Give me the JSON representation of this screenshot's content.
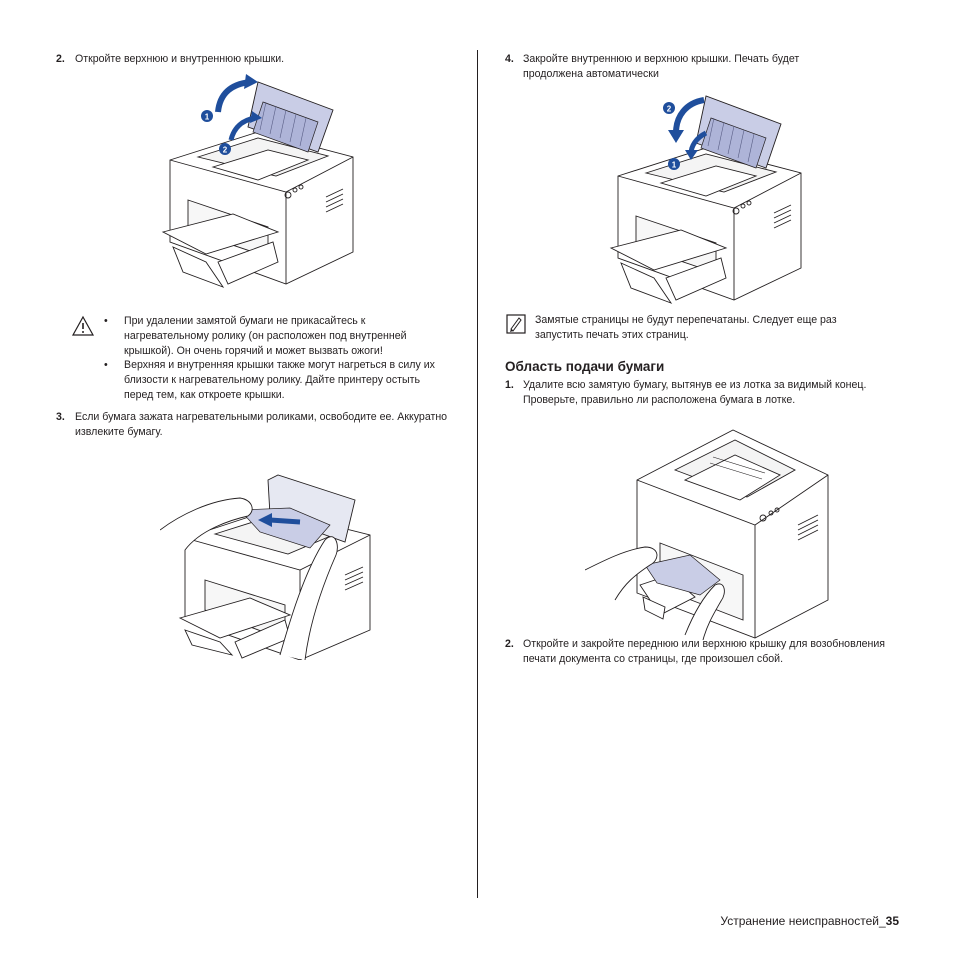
{
  "left": {
    "step2": {
      "num": "2.",
      "text": "Откройте верхнюю и внутреннюю крышки."
    },
    "caution_icon": "warning-triangle-icon",
    "caution": [
      "При удалении замятой бумаги не прикасайтесь к нагревательному ролику (он расположен под внутренней крышкой). Он очень горячий и может вызвать ожоги!",
      "Верхняя и внутренняя крышки также могут нагреться в силу их близости к нагревательному ролику. Дайте принтеру остыть перед тем, как откроете крышки."
    ],
    "step3": {
      "num": "3.",
      "text": "Если бумага зажата нагревательными роликами, освободите ее. Аккуратно извлеките бумагу."
    },
    "fig1_callouts": [
      "1",
      "2"
    ]
  },
  "right": {
    "step4": {
      "num": "4.",
      "text": "Закройте внутреннюю и верхнюю крышки. Печать будет продолжена автоматически"
    },
    "fig2_callouts": [
      "2",
      "1"
    ],
    "note_icon": "note-pencil-icon",
    "note": "Замятые страницы не будут перепечатаны. Следует еще раз запустить печать этих страниц.",
    "section_title": "Область подачи бумаги",
    "step1": {
      "num": "1.",
      "text": "Удалите всю замятую бумагу, вытянув ее из лотка за видимый конец. Проверьте, правильно ли расположена бумага в лотке."
    },
    "step2": {
      "num": "2.",
      "text": "Откройте и закройте переднюю или верхнюю крышку для возобновления печати документа со страницы, где произошел сбой."
    }
  },
  "footer": {
    "text": "Устранение неисправностей_",
    "page": "35"
  },
  "colors": {
    "accent": "#1f4e9c",
    "cover": "#c9cde6",
    "line": "#231f20"
  }
}
